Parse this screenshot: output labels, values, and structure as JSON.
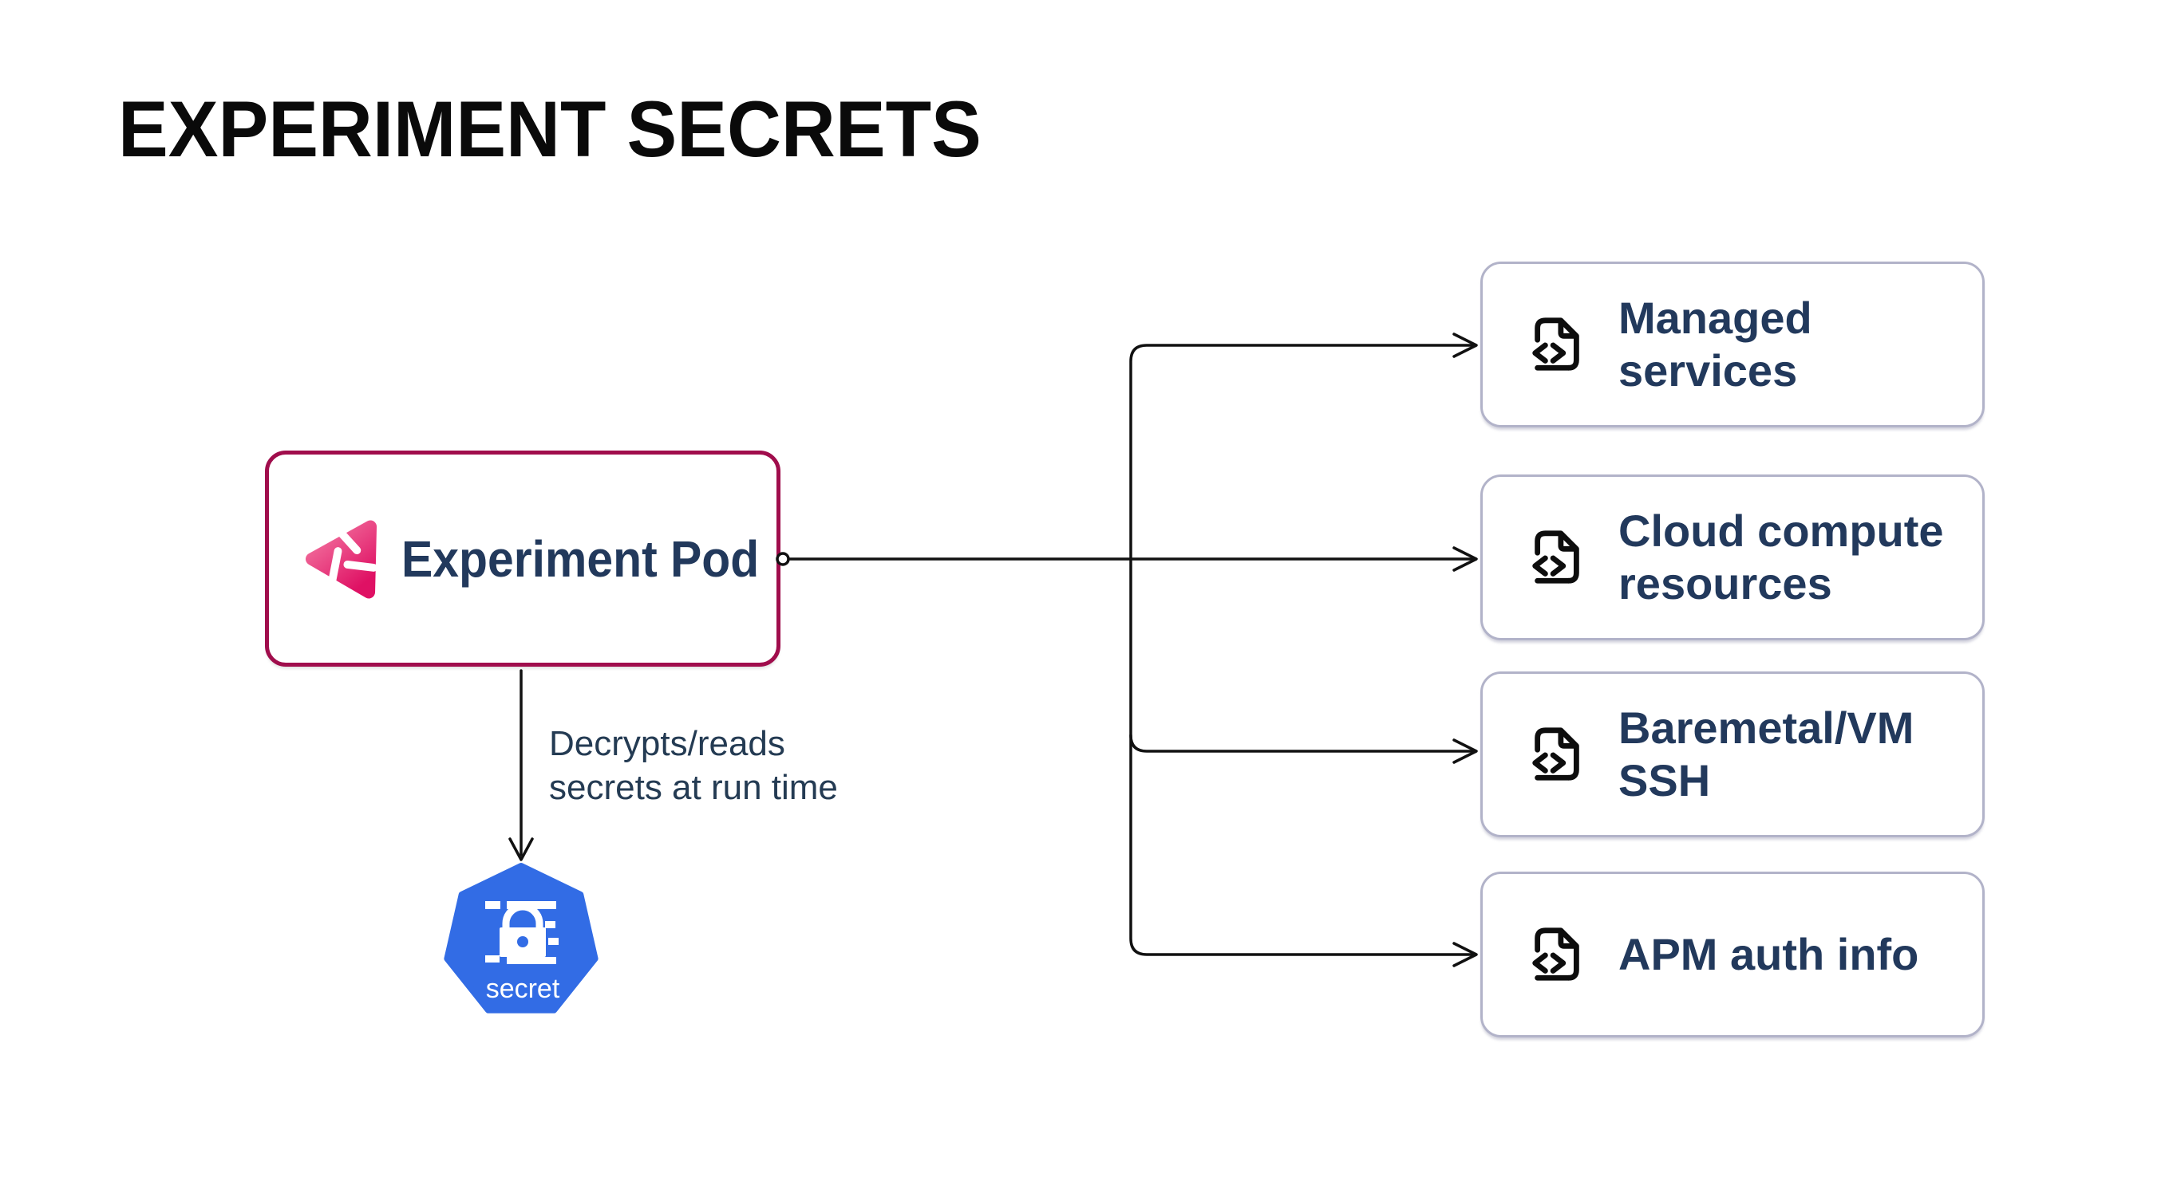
{
  "title": "EXPERIMENT SECRETS",
  "pod": {
    "label": "Experiment Pod"
  },
  "edge_annotation": {
    "line1": "Decrypts/reads",
    "line2": "secrets at run time"
  },
  "secret_node": {
    "label": "secret"
  },
  "targets": [
    {
      "label": "Managed services"
    },
    {
      "label": "Cloud compute resources"
    },
    {
      "label": "Baremetal/VM SSH"
    },
    {
      "label": "APM auth info"
    }
  ],
  "icons": {
    "pod_icon": "litmus-experiment-icon",
    "target_icon": "file-code-icon",
    "secret_icon": "kubernetes-secret-heptagon-icon"
  },
  "colors": {
    "title_text": "#0A0A0A",
    "pod_border": "#A00D4C",
    "pod_logo_gradient": [
      "#F47BA4",
      "#DF1164"
    ],
    "heading_text": "#22395C",
    "annotation_text": "#243B53",
    "target_border": "#B2B3C9",
    "connector": "#111111",
    "kubernetes_blue": "#326CE5",
    "background": "#FFFFFF"
  }
}
